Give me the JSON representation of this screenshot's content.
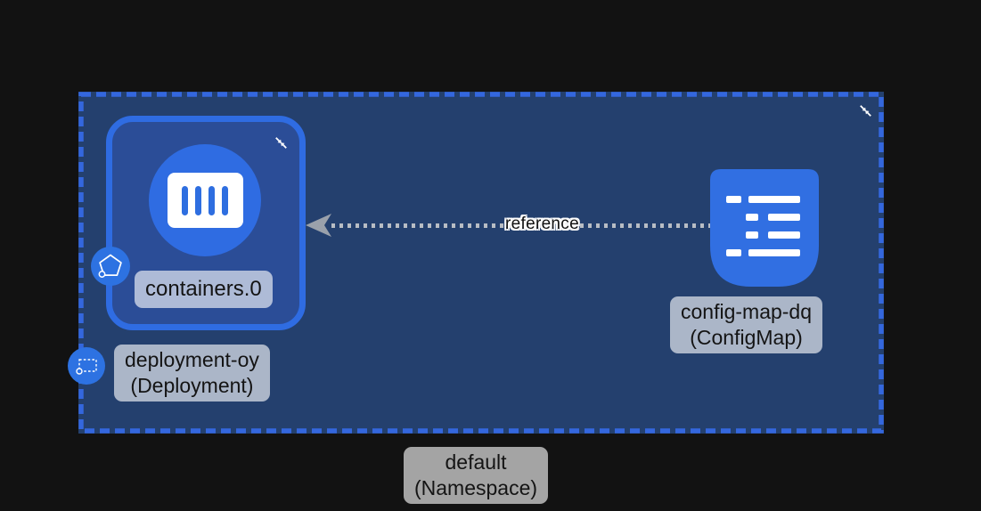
{
  "canvas": {
    "tool": "kubernetes-resource-graph"
  },
  "namespace": {
    "label": {
      "name": "default",
      "kind": "(Namespace)"
    }
  },
  "deployment": {
    "label": {
      "name": "deployment-oy",
      "kind": "(Deployment)"
    },
    "container": {
      "label": "containers.0"
    }
  },
  "configmap": {
    "label": {
      "name": "config-map-dq",
      "kind": "(ConfigMap)"
    }
  },
  "edge": {
    "label": "reference",
    "direction": "configmap-to-container"
  },
  "icons": {
    "collapse": "collapse-icon",
    "container": "container-icon",
    "configmap": "configmap-icon",
    "pod_badge": "pentagon-badge-icon",
    "deployment_badge": "dashed-rect-badge-icon",
    "arrowhead": "arrowhead-left-icon"
  },
  "colors": {
    "background": "#121212",
    "namespace_fill": "#24406e",
    "namespace_dash": "#3467de",
    "node_fill": "#2b4d97",
    "node_border": "#2f6ce2",
    "accent_blue": "#2f6ce2",
    "configmap_blue": "#316fe2",
    "label_bg": "rgba(255,255,255,0.62)",
    "label_text": "#141414",
    "edge_dots": "#b8bdc4",
    "edge_arrow": "#9aa1ab"
  }
}
